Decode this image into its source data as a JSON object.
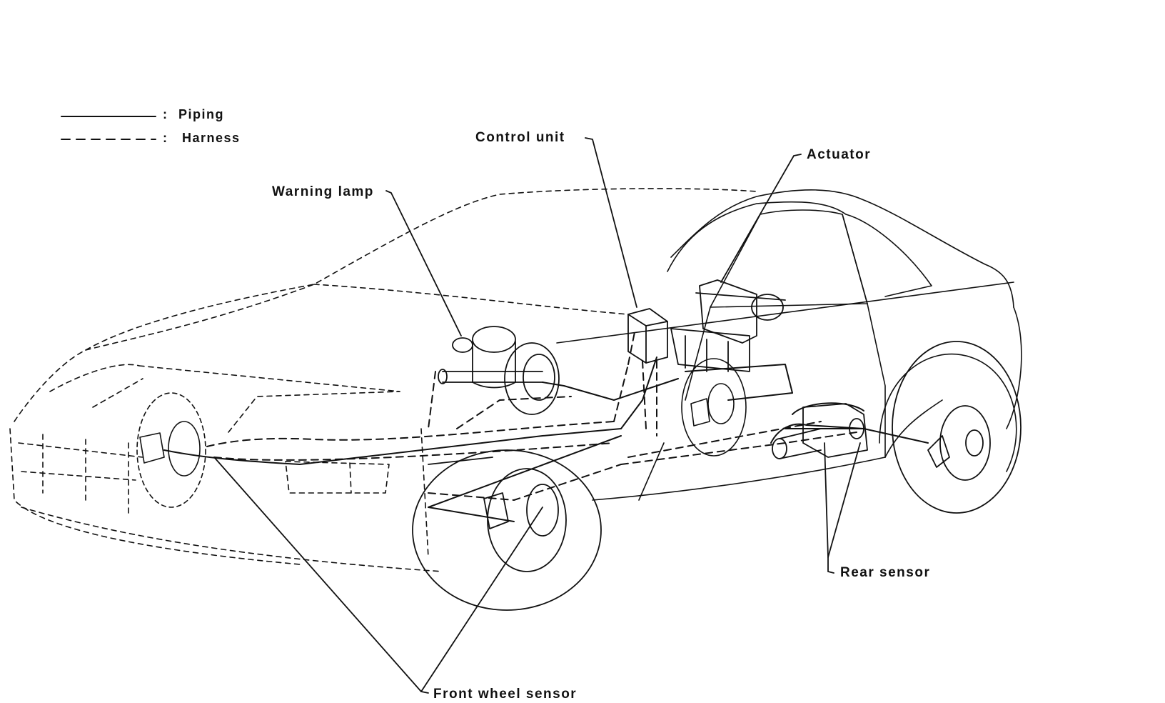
{
  "legend": {
    "piping": {
      "separator": ":",
      "label": "Piping"
    },
    "harness": {
      "separator": ":",
      "label": "Harness"
    }
  },
  "callouts": {
    "control_unit": "Control unit",
    "actuator": "Actuator",
    "warning_lamp": "Warning lamp",
    "rear_sensor": "Rear sensor",
    "front_wheel_sensor": "Front wheel sensor"
  },
  "colors": {
    "ink": "#111111",
    "paper": "#ffffff"
  }
}
